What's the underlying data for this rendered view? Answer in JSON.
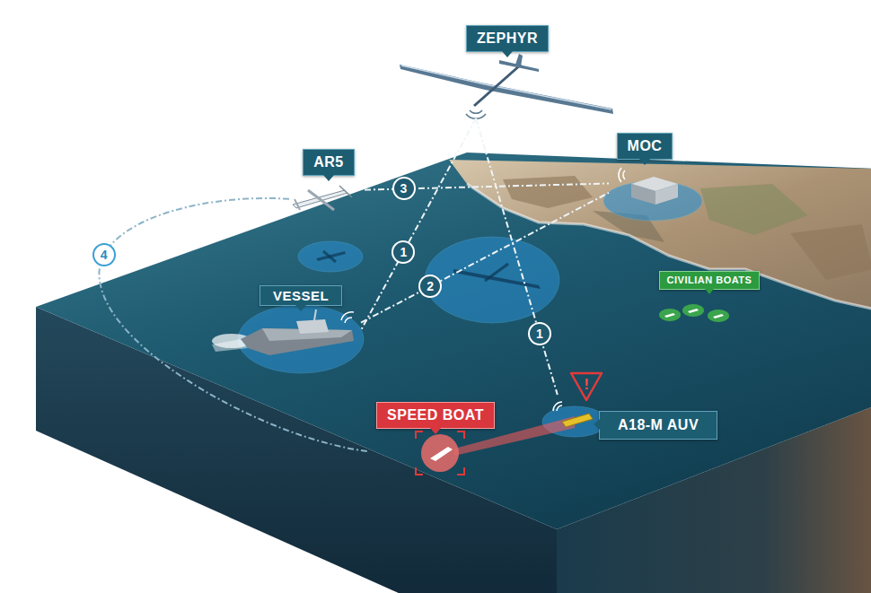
{
  "diagram": {
    "nodes": [
      {
        "text": [
          "ZEPHYR"
        ]
      },
      {
        "text": [
          "MOC"
        ]
      },
      {
        "text": [
          "AR5"
        ]
      },
      {
        "text": [
          "CIVILIAN BOATS"
        ]
      },
      {
        "text": [
          "VESSEL"
        ]
      },
      {
        "text": [
          "SPEED BOAT"
        ]
      },
      {
        "text": [
          "A18-M AUV"
        ]
      }
    ],
    "edges": [
      {
        "from": 0,
        "to": 4,
        "arrow": "none",
        "label": "1"
      },
      {
        "from": 0,
        "to": 6,
        "arrow": "none",
        "label": "1"
      },
      {
        "from": 4,
        "to": 1,
        "arrow": "none",
        "label": "2"
      },
      {
        "from": 2,
        "to": 1,
        "arrow": "none",
        "label": "3"
      },
      {
        "from": 2,
        "to": 5,
        "arrow": "none",
        "label": "4"
      }
    ],
    "labels": [
      "!"
    ]
  }
}
